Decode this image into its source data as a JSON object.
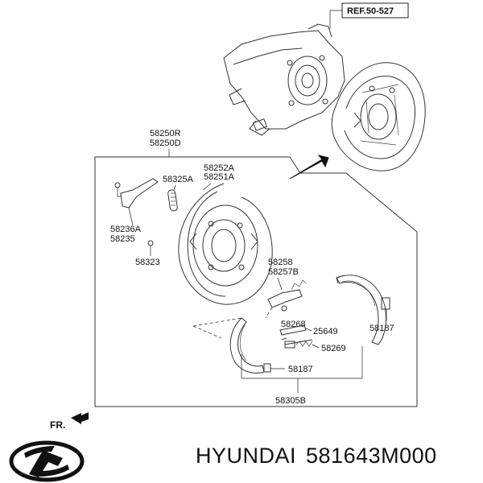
{
  "reference": "REF.50-527",
  "labels": {
    "backing_plate": "58250R",
    "backing_plate_alt": "58250D",
    "dust_shield_a": "58252A",
    "dust_shield_b": "58251A",
    "spring_a": "58325A",
    "adjuster_a": "58236A",
    "adjuster_b": "58235",
    "pin": "58323",
    "lever_a": "58258",
    "lever_b": "58257B",
    "strut": "58268",
    "spring_b": "25649",
    "adjuster_screw": "58269",
    "clip_right": "58187",
    "clip_lower": "58187",
    "shoe_kit": "58305B"
  },
  "direction": "FR.",
  "footer": {
    "brand": "HYUNDAI",
    "part_number": "581643M000"
  },
  "colors": {
    "line": "#333333",
    "text": "#111111",
    "background": "#ffffff"
  }
}
